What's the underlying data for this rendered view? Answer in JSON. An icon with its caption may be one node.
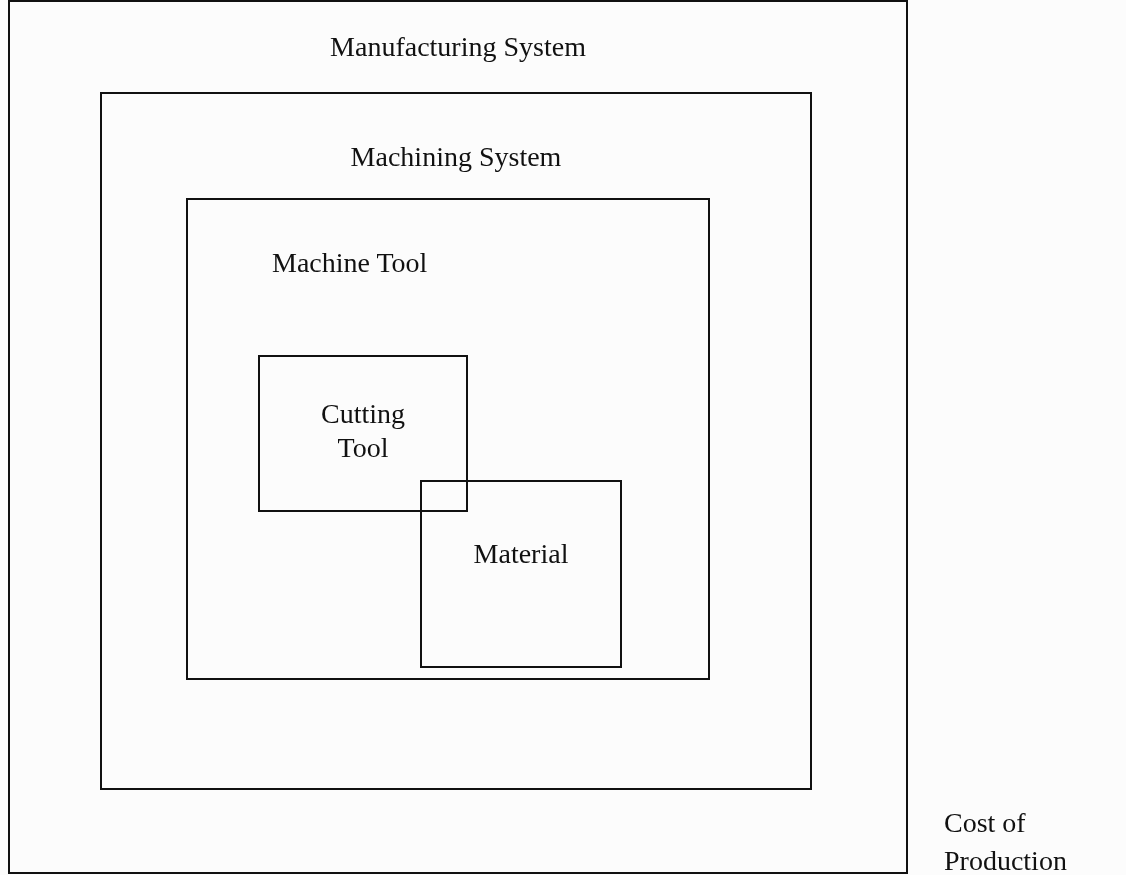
{
  "diagram": {
    "nodes": [
      {
        "text": [
          "Manufacturing System"
        ],
        "beside": [
          "Cost of Production"
        ]
      },
      {
        "text": [
          "Machining System"
        ],
        "in": 0
      },
      {
        "text": [
          "Machine Tool"
        ],
        "in": 1
      },
      {
        "text": [
          "Cutting Tool"
        ],
        "in": 2
      },
      {
        "text": [
          "Material"
        ],
        "in": 2
      }
    ]
  }
}
